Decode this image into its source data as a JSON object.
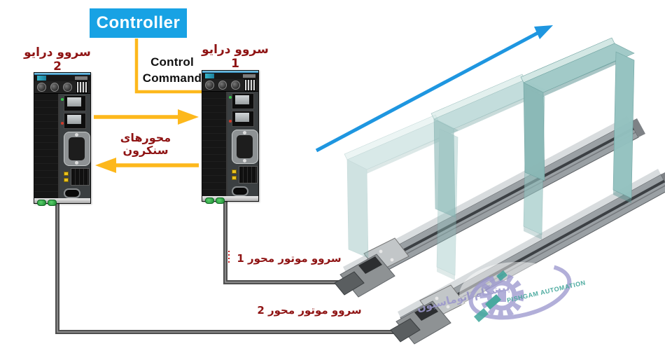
{
  "controller": {
    "label": "Controller"
  },
  "control_command": {
    "line1": "Control",
    "line2": "Command"
  },
  "servo_drives": [
    {
      "id": "drive-2",
      "label": "سروو درایو 2"
    },
    {
      "id": "drive-1",
      "label": "سروو درایو 1"
    }
  ],
  "sync_axes_label": "محورهای سنکرون",
  "servo_motors": [
    {
      "id": "motor-1",
      "label": "سروو موتور محور 1"
    },
    {
      "id": "motor-2",
      "label": "سروو موتور محور 2"
    }
  ],
  "watermark": {
    "fa": "پیشگام اتوماسیون",
    "en": "PISHGAM AUTOMATION"
  },
  "colors": {
    "controller_bg": "#18a2e4",
    "label_red": "#8f1414",
    "signal_yellow": "#fdb81c",
    "motion_blue": "#1e96e0",
    "gantry_teal": "#9fc9c7",
    "wire_gray": "#4f4f4f",
    "logo_lavender": "#a8a4d4",
    "logo_teal": "#35a093"
  }
}
